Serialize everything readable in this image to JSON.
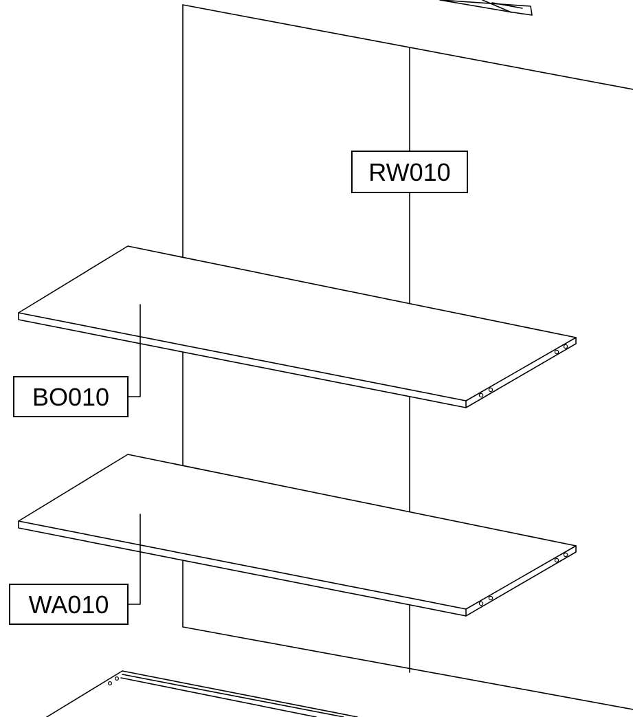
{
  "labels": {
    "rear_wall": "RW010",
    "shelf_upper": "BO010",
    "shelf_lower": "WA010"
  },
  "colors": {
    "line": "#000000",
    "background": "#ffffff"
  }
}
